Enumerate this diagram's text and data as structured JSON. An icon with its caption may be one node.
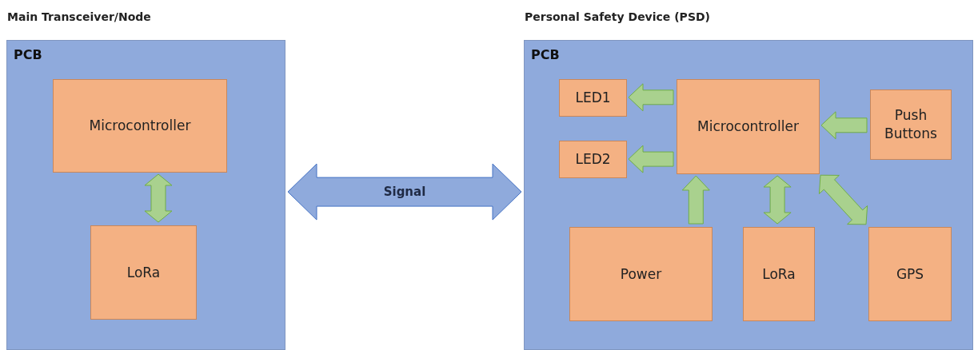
{
  "diagram": {
    "nodes": [
      {
        "text": [
          "Main Transceiver/Node",
          "PCB"
        ]
      },
      {
        "text": [
          "Microcontroller"
        ],
        "in": 0
      },
      {
        "text": [
          "LoRa"
        ],
        "in": 0
      },
      {
        "text": [
          "Personal Safety Device (PSD)",
          "PCB"
        ]
      },
      {
        "text": [
          "LED1"
        ],
        "in": 3
      },
      {
        "text": [
          "LED2"
        ],
        "in": 3
      },
      {
        "text": [
          "Microcontroller"
        ],
        "in": 3
      },
      {
        "text": [
          "Push Buttons"
        ],
        "in": 3
      },
      {
        "text": [
          "Power"
        ],
        "in": 3
      },
      {
        "text": [
          "LoRa"
        ],
        "in": 3
      },
      {
        "text": [
          "GPS"
        ],
        "in": 3
      }
    ],
    "edges": [
      {
        "from": 1,
        "to": 2,
        "arrow": "both"
      },
      {
        "from": 0,
        "to": 3,
        "arrow": "both",
        "label": "Signal",
        "color": "#8faadc"
      },
      {
        "from": 6,
        "to": 4,
        "arrow": "to"
      },
      {
        "from": 6,
        "to": 5,
        "arrow": "to"
      },
      {
        "from": 7,
        "to": 6,
        "arrow": "to"
      },
      {
        "from": 8,
        "to": 6,
        "arrow": "to"
      },
      {
        "from": 6,
        "to": 9,
        "arrow": "both"
      },
      {
        "from": 6,
        "to": 10,
        "arrow": "both"
      }
    ]
  }
}
